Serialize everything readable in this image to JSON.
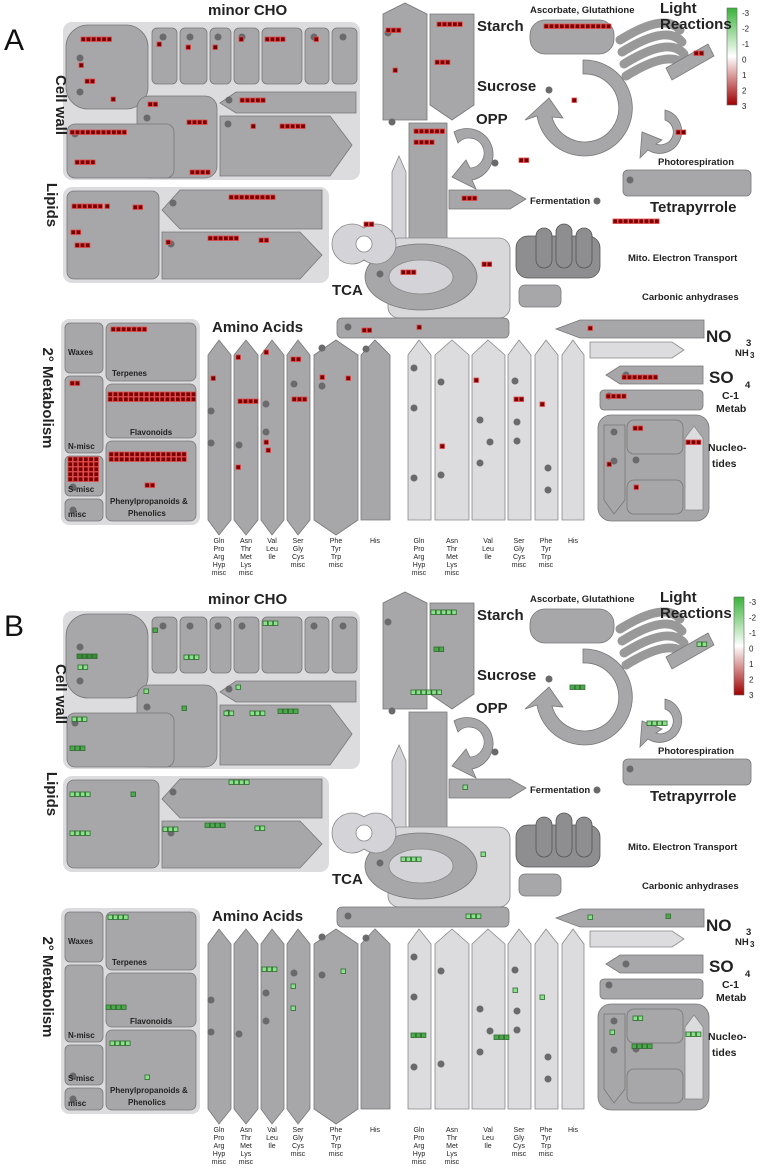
{
  "panels": [
    {
      "letter": "A",
      "legend": {
        "ticks": [
          "-3",
          "-2",
          "-1",
          "0",
          "1",
          "2",
          "3"
        ],
        "colors": [
          "#3ab33a",
          "#ffffff",
          "#a00000"
        ]
      }
    },
    {
      "letter": "B",
      "legend": {
        "ticks": [
          "-3",
          "-2",
          "-1",
          "0",
          "1",
          "2",
          "3"
        ],
        "colors": [
          "#3ab33a",
          "#ffffff",
          "#a00000"
        ]
      }
    }
  ],
  "labels": {
    "minor_cho": "minor CHO",
    "starch": "Starch",
    "sucrose": "Sucrose",
    "asc": "Ascorbate, Glutathione",
    "light1": "Light",
    "light2": "Reactions",
    "opp": "OPP",
    "cellwall": "Cell wall",
    "lipids": "Lipids",
    "photoresp": "Photorespiration",
    "ferment": "Fermentation",
    "tetra": "Tetrapyrrole",
    "mito": "Mito. Electron Transport",
    "tca": "TCA",
    "carb": "Carbonic anhydrases",
    "metab2": "2° Metabolism",
    "aa": "Amino Acids",
    "no3": "NO",
    "no3sub": "3",
    "nh3": "NH",
    "nh3sub": "3",
    "so4": "SO",
    "so4sub": "4",
    "c1a": "C-1",
    "c1b": "Metab",
    "nuc1": "Nucleo-",
    "nuc2": "tides",
    "waxes": "Waxes",
    "terpenes": "Terpenes",
    "nmisc": "N-misc",
    "flav": "Flavonoids",
    "smisc": "S-misc",
    "phen1": "Phenylpropanoids &",
    "phen2": "Phenolics",
    "misc": "misc"
  },
  "aa_labels": [
    [
      "Gln",
      "Pro",
      "Arg",
      "Hyp",
      "misc"
    ],
    [
      "Asn",
      "Thr",
      "Met",
      "Lys",
      "misc"
    ],
    [
      "Val",
      "Leu",
      "Ile"
    ],
    [
      "Ser",
      "Gly",
      "Cys",
      "misc"
    ],
    [
      "Phe",
      "Tyr",
      "Trp",
      "misc"
    ],
    [
      "His"
    ],
    [
      "Gln",
      "Pro",
      "Arg",
      "Hyp",
      "misc"
    ],
    [
      "Asn",
      "Thr",
      "Met",
      "Lys",
      "misc"
    ],
    [
      "Val",
      "Leu",
      "Ile"
    ],
    [
      "Ser",
      "Gly",
      "Cys",
      "misc"
    ],
    [
      "Phe",
      "Tyr",
      "Trp",
      "misc"
    ],
    [
      "His"
    ]
  ]
}
